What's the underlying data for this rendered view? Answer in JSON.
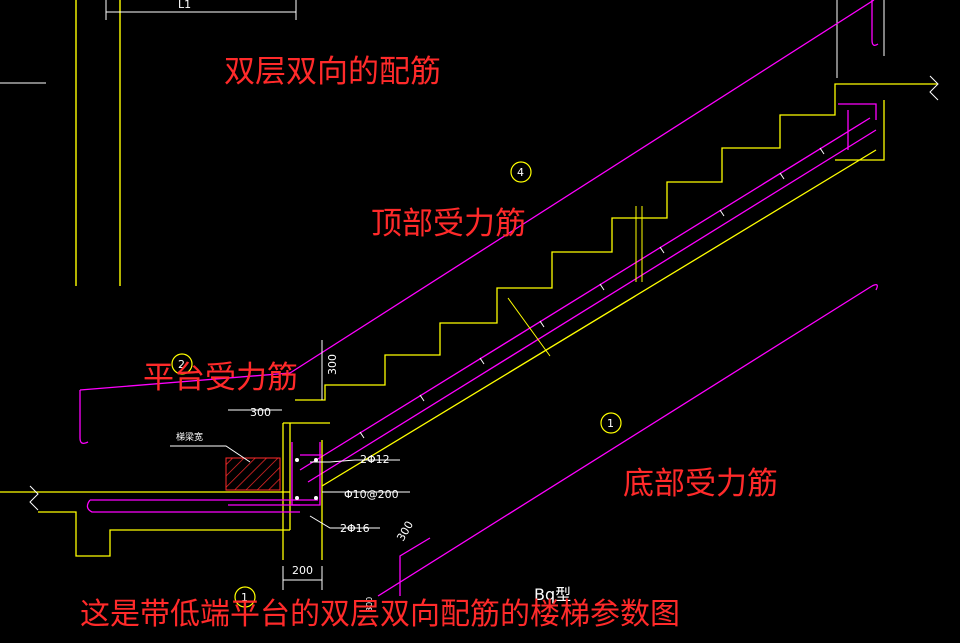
{
  "annotations": {
    "double_layer": "双层双向的配筋",
    "top_rebar": "顶部受力筋",
    "platform_rebar": "平台受力筋",
    "bottom_rebar": "底部受力筋",
    "caption": "这是带低端平台的双层双向配筋的楼梯参数图"
  },
  "drawing_labels": {
    "top_dim": "L1",
    "dim_300_platform": "300",
    "dim_300_riser": "300",
    "dim_300_bottom": "300",
    "dim_200": "200",
    "bar_2phi12": "2Φ12",
    "bar_phi10_200": "Φ10@200",
    "bar_2phi16": "2Φ16",
    "support_label": "梯梁宽",
    "type_label": "Bq型",
    "dim_small": "300",
    "circle_4": "4",
    "circle_2": "2",
    "circle_1": "1",
    "circle_1b": "1"
  },
  "colors": {
    "background": "#000000",
    "concrete_outline": "#ffff00",
    "rebar": "#ff00ff",
    "dimension": "#ffffff",
    "hatch": "#ff2a2a",
    "annotation_text": "#ff2a2a"
  }
}
